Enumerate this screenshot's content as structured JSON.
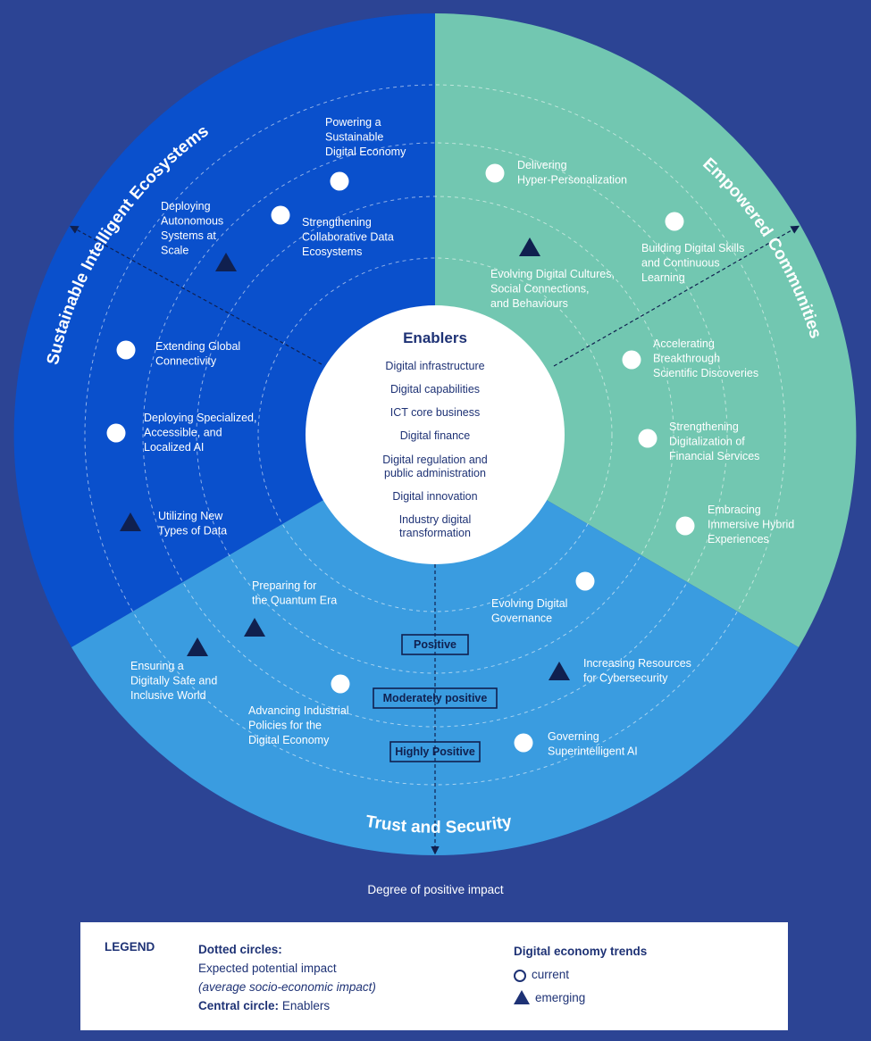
{
  "sectors": {
    "sustainable": {
      "title": "Sustainable Intelligent Ecosystems",
      "color": "#0a50cc"
    },
    "empowered": {
      "title": "Empowered Communities",
      "color": "#72c7b1"
    },
    "trust": {
      "title": "Trust and Security",
      "color": "#3a9ce0"
    }
  },
  "enablers": {
    "title": "Enablers",
    "items": [
      [
        "Digital infrastructure"
      ],
      [
        "Digital capabilities"
      ],
      [
        "ICT core business"
      ],
      [
        "Digital finance"
      ],
      [
        "Digital regulation and",
        "public administration"
      ],
      [
        "Digital innovation"
      ],
      [
        "Industry digital",
        "transformation"
      ]
    ]
  },
  "trends": [
    {
      "type": "current",
      "label": [
        "Powering a",
        "Sustainable",
        "Digital Economy"
      ]
    },
    {
      "type": "current",
      "label": [
        "Strengthening",
        "Collaborative Data",
        "Ecosystems"
      ]
    },
    {
      "type": "emerging",
      "label": [
        "Deploying",
        "Autonomous",
        "Systems at",
        "Scale"
      ]
    },
    {
      "type": "current",
      "label": [
        "Extending Global",
        "Connectivity"
      ]
    },
    {
      "type": "current",
      "label": [
        "Deploying Specialized,",
        "Accessible, and",
        "Localized AI"
      ]
    },
    {
      "type": "emerging",
      "label": [
        "Utilizing New",
        "Types of Data"
      ]
    },
    {
      "type": "current",
      "label": [
        "Delivering",
        "Hyper-Personalization"
      ]
    },
    {
      "type": "current",
      "label": [
        "Building Digital Skills",
        "and Continuous",
        "Learning"
      ]
    },
    {
      "type": "emerging",
      "label": [
        "Evolving Digital Cultures,",
        "Social Connections,",
        "and Behaviours"
      ]
    },
    {
      "type": "current",
      "label": [
        "Accelerating",
        "Breakthrough",
        "Scientific Discoveries"
      ]
    },
    {
      "type": "current",
      "label": [
        "Strengthening",
        "Digitalization of",
        "Financial Services"
      ]
    },
    {
      "type": "current",
      "label": [
        "Embracing",
        "Immersive Hybrid",
        "Experiences"
      ]
    },
    {
      "type": "current",
      "label": [
        "Evolving Digital",
        "Governance"
      ]
    },
    {
      "type": "emerging",
      "label": [
        "Increasing Resources",
        "for Cybersecurity"
      ]
    },
    {
      "type": "current",
      "label": [
        "Governing",
        "Superintelligent AI"
      ]
    },
    {
      "type": "emerging",
      "label": [
        "Preparing for",
        "the Quantum Era"
      ]
    },
    {
      "type": "emerging",
      "label": [
        "Ensuring a",
        "Digitally Safe and",
        "Inclusive World"
      ]
    },
    {
      "type": "current",
      "label": [
        "Advancing Industrial",
        "Policies for the",
        "Digital Economy"
      ]
    }
  ],
  "levels": [
    "Positive",
    "Moderately positive",
    "Highly Positive"
  ],
  "axis_caption": "Degree of positive impact",
  "legend": {
    "title": "LEGEND",
    "dotted_title": "Dotted circles:",
    "dotted_desc": "Expected potential impact",
    "dotted_note": "(average socio-economic impact)",
    "central_title": "Central circle:",
    "central_desc": "Enablers",
    "trends_title": "Digital economy trends",
    "current": "current",
    "emerging": "emerging"
  },
  "colors": {
    "background": "#2c4494",
    "marker": "#1e3275",
    "white": "#ffffff"
  }
}
